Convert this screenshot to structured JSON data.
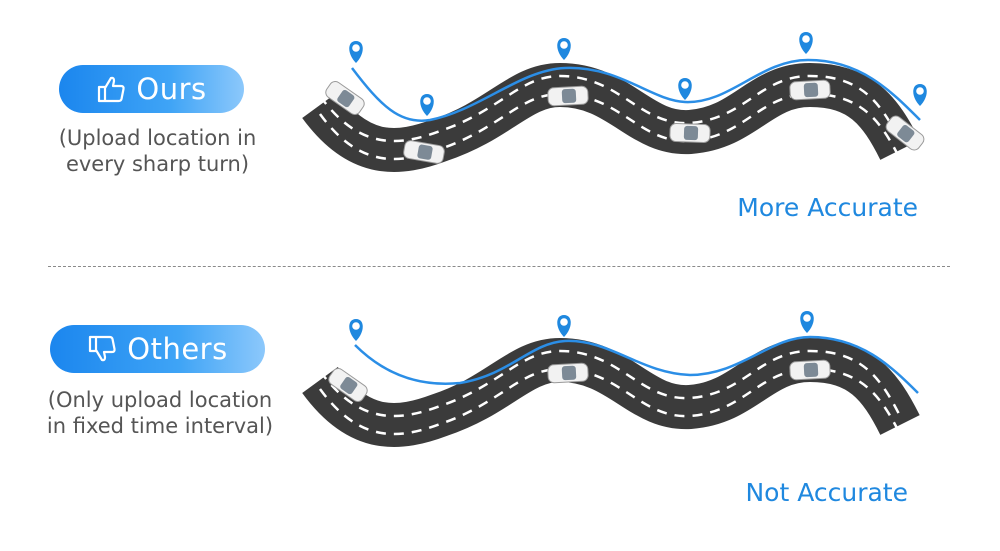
{
  "top": {
    "badge_label": "Ours",
    "badge_icon": "thumbs-up-icon",
    "note_line1": "(Upload location in",
    "note_line2": "every sharp turn)",
    "result": "More Accurate"
  },
  "bottom": {
    "badge_label": "Others",
    "badge_icon": "thumbs-down-icon",
    "note_line1": "(Only upload location",
    "note_line2": "in fixed time interval)",
    "result": "Not Accurate"
  },
  "colors": {
    "accent_blue": "#1f88df",
    "badge_gradient_start": "#1b86ee",
    "badge_gradient_end": "#8cc8fb",
    "road": "#3b3b3b",
    "lane_marking": "#ffffff",
    "route_line": "#2b8ee6",
    "divider": "#8a8a8a"
  }
}
